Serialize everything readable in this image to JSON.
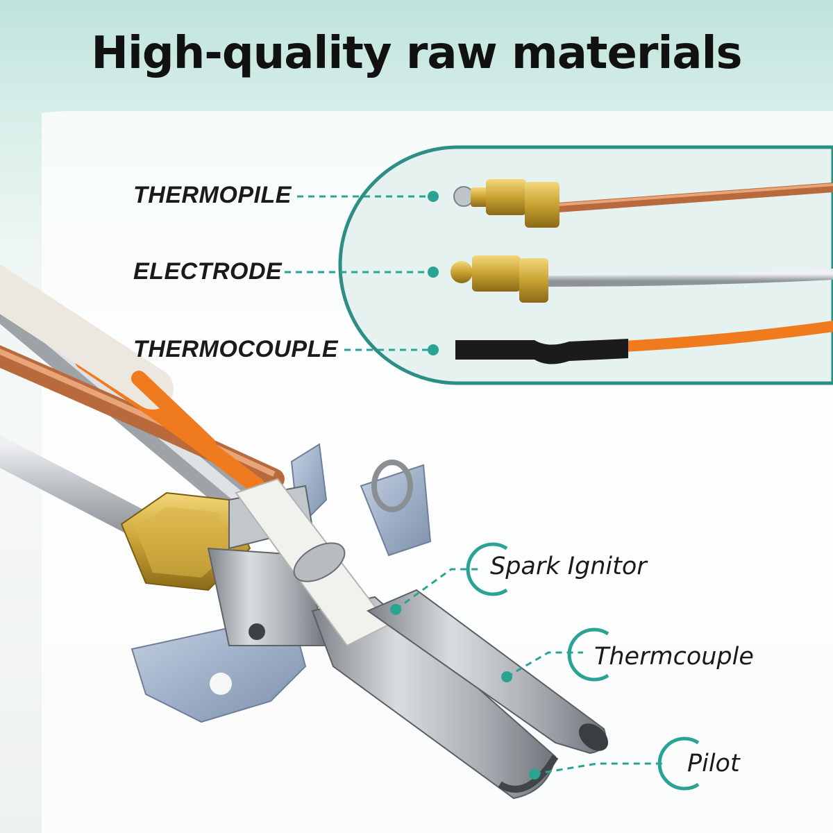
{
  "title": "High-quality raw materials",
  "colors": {
    "accent": "#2aa394",
    "panel_border": "#2c8e84",
    "brass": "#c9a233",
    "copper": "#c97b4a",
    "orange_wire": "#f07a1e",
    "silver_wire": "#c8ccd0"
  },
  "wire_labels": [
    {
      "label": "THERMOPILE"
    },
    {
      "label": "ELECTRODE"
    },
    {
      "label": "THERMOCOUPLE"
    }
  ],
  "part_callouts": [
    {
      "label": "Spark Ignitor"
    },
    {
      "label": "Thermcouple"
    },
    {
      "label": "Pilot"
    }
  ]
}
